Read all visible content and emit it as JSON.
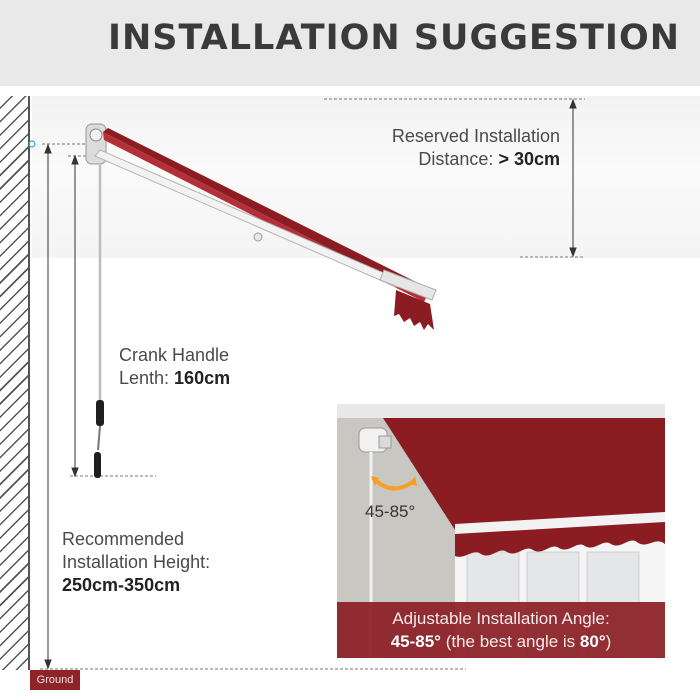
{
  "title": "INSTALLATION SUGGESTION",
  "reserved": {
    "line1": "Reserved Installation",
    "line2_prefix": "Distance: ",
    "line2_value": "> 30cm"
  },
  "crank": {
    "line1": "Crank Handle",
    "line2_prefix": "Lenth: ",
    "line2_value": "160cm"
  },
  "height": {
    "line1": "Recommended",
    "line2": "Installation Height:",
    "line3": "250cm-350cm"
  },
  "ground": "Ground",
  "inset": {
    "angle_label": "45-85°",
    "caption_line1": "Adjustable Installation Angle:",
    "caption_range": "45-85°",
    "caption_rest": " (the best angle is ",
    "caption_best": "80°",
    "caption_close": ")"
  },
  "colors": {
    "awning": "#8b1c22",
    "caption_bg": "#8c2026",
    "header_bg": "#e9e9e9"
  }
}
